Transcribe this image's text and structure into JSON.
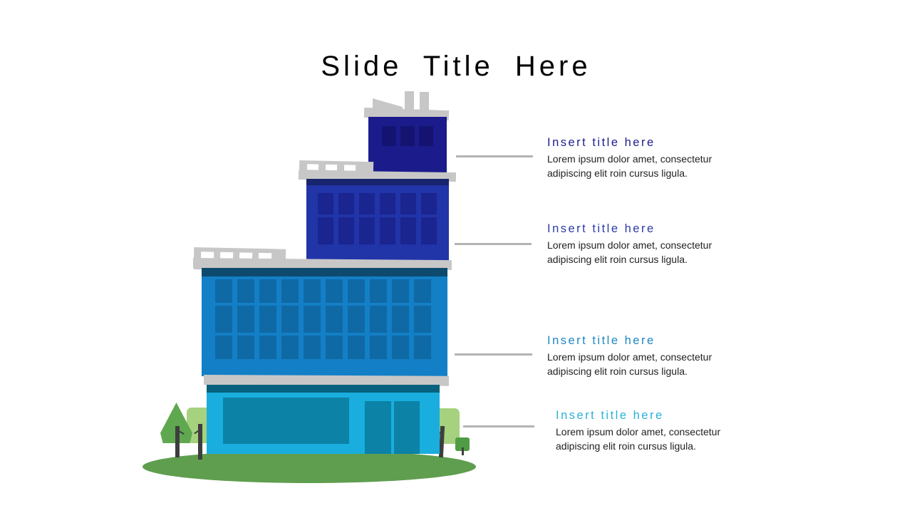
{
  "slide": {
    "title": "Slide Title Here"
  },
  "callouts": [
    {
      "title": "Insert title here",
      "body": "Lorem ipsum dolor amet, consectetur adipiscing elit roin cursus ligula.",
      "color": "#1c1c8f"
    },
    {
      "title": "Insert title here",
      "body": "Lorem ipsum dolor amet, consectetur adipiscing elit roin cursus ligula.",
      "color": "#2b3aa8"
    },
    {
      "title": "Insert title here",
      "body": "Lorem ipsum dolor amet, consectetur adipiscing elit roin cursus ligula.",
      "color": "#1d86c6"
    },
    {
      "title": "Insert title here",
      "body": "Lorem ipsum dolor amet, consectetur adipiscing elit roin cursus ligula.",
      "color": "#29b1d9"
    }
  ],
  "building": {
    "window_grids": [
      {
        "floor": "floor4",
        "cols": 3,
        "rows": 1
      },
      {
        "floor": "floor3",
        "cols": 6,
        "rows": 2
      },
      {
        "floor": "floor2",
        "cols": 10,
        "rows": 3
      }
    ],
    "railing_slots": [
      {
        "railing": "railing3",
        "count": 3
      },
      {
        "railing": "railing2",
        "count": 4
      }
    ]
  },
  "colors": {
    "title-text": "#000000",
    "body-text": "#222222",
    "callout1": "#1c1c8f",
    "callout2": "#2b3aa8",
    "callout3": "#1d86c6",
    "callout4": "#29b1d9",
    "floor4-wall": "#1b1b8c",
    "floor4-window": "#141470",
    "floor3-wall": "#2134a8",
    "floor3-window": "#1a2590",
    "floor3-strip": "#18246e",
    "floor2-wall": "#137fc6",
    "floor2-window": "#0f69a5",
    "floor2-strip": "#0d4a6e",
    "floor1-wall": "#19aedd",
    "floor1-glass": "#0b82a6",
    "floor1-strip": "#08607f",
    "band": "#c7c7c7",
    "line": "#b3b3b3",
    "ground": "#5f9e4f",
    "tree-dark": "#60a850",
    "tree-light": "#a6d17e",
    "bush": "#4f9c44",
    "trunk": "#3e3e3e"
  }
}
